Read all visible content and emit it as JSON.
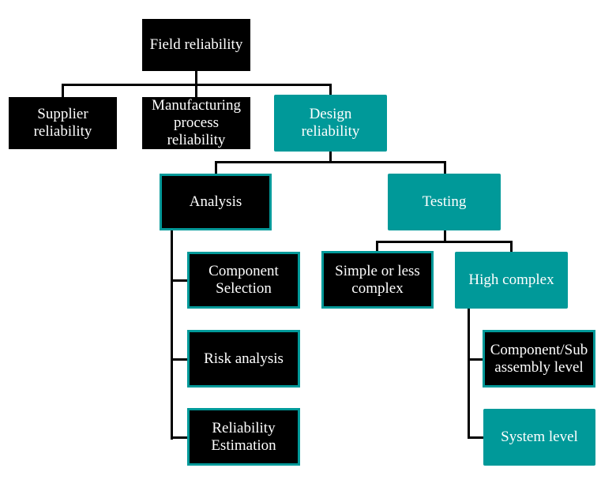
{
  "colors": {
    "primary_box": "#000000",
    "accent_box": "#009999",
    "text": "#ffffff",
    "connector": "#000000"
  },
  "nodes": {
    "field_reliability": "Field reliability",
    "supplier_reliability": "Supplier\nreliability",
    "manufacturing_reliability": "Manufacturing\nprocess\nreliability",
    "design_reliability": "Design\nreliability",
    "analysis": "Analysis",
    "testing": "Testing",
    "component_selection": "Component\nSelection",
    "risk_analysis": "Risk analysis",
    "reliability_estimation": "Reliability\nEstimation",
    "simple_or_less_complex": "Simple or less\ncomplex",
    "high_complex": "High complex",
    "component_sub_assembly": "Component/Sub\nassembly level",
    "system_level": "System level"
  },
  "hierarchy": [
    {
      "parent": "field_reliability",
      "children": [
        "supplier_reliability",
        "manufacturing_reliability",
        "design_reliability"
      ]
    },
    {
      "parent": "design_reliability",
      "children": [
        "analysis",
        "testing"
      ]
    },
    {
      "parent": "analysis",
      "children": [
        "component_selection",
        "risk_analysis",
        "reliability_estimation"
      ]
    },
    {
      "parent": "testing",
      "children": [
        "simple_or_less_complex",
        "high_complex"
      ]
    },
    {
      "parent": "high_complex",
      "children": [
        "component_sub_assembly",
        "system_level"
      ]
    }
  ]
}
